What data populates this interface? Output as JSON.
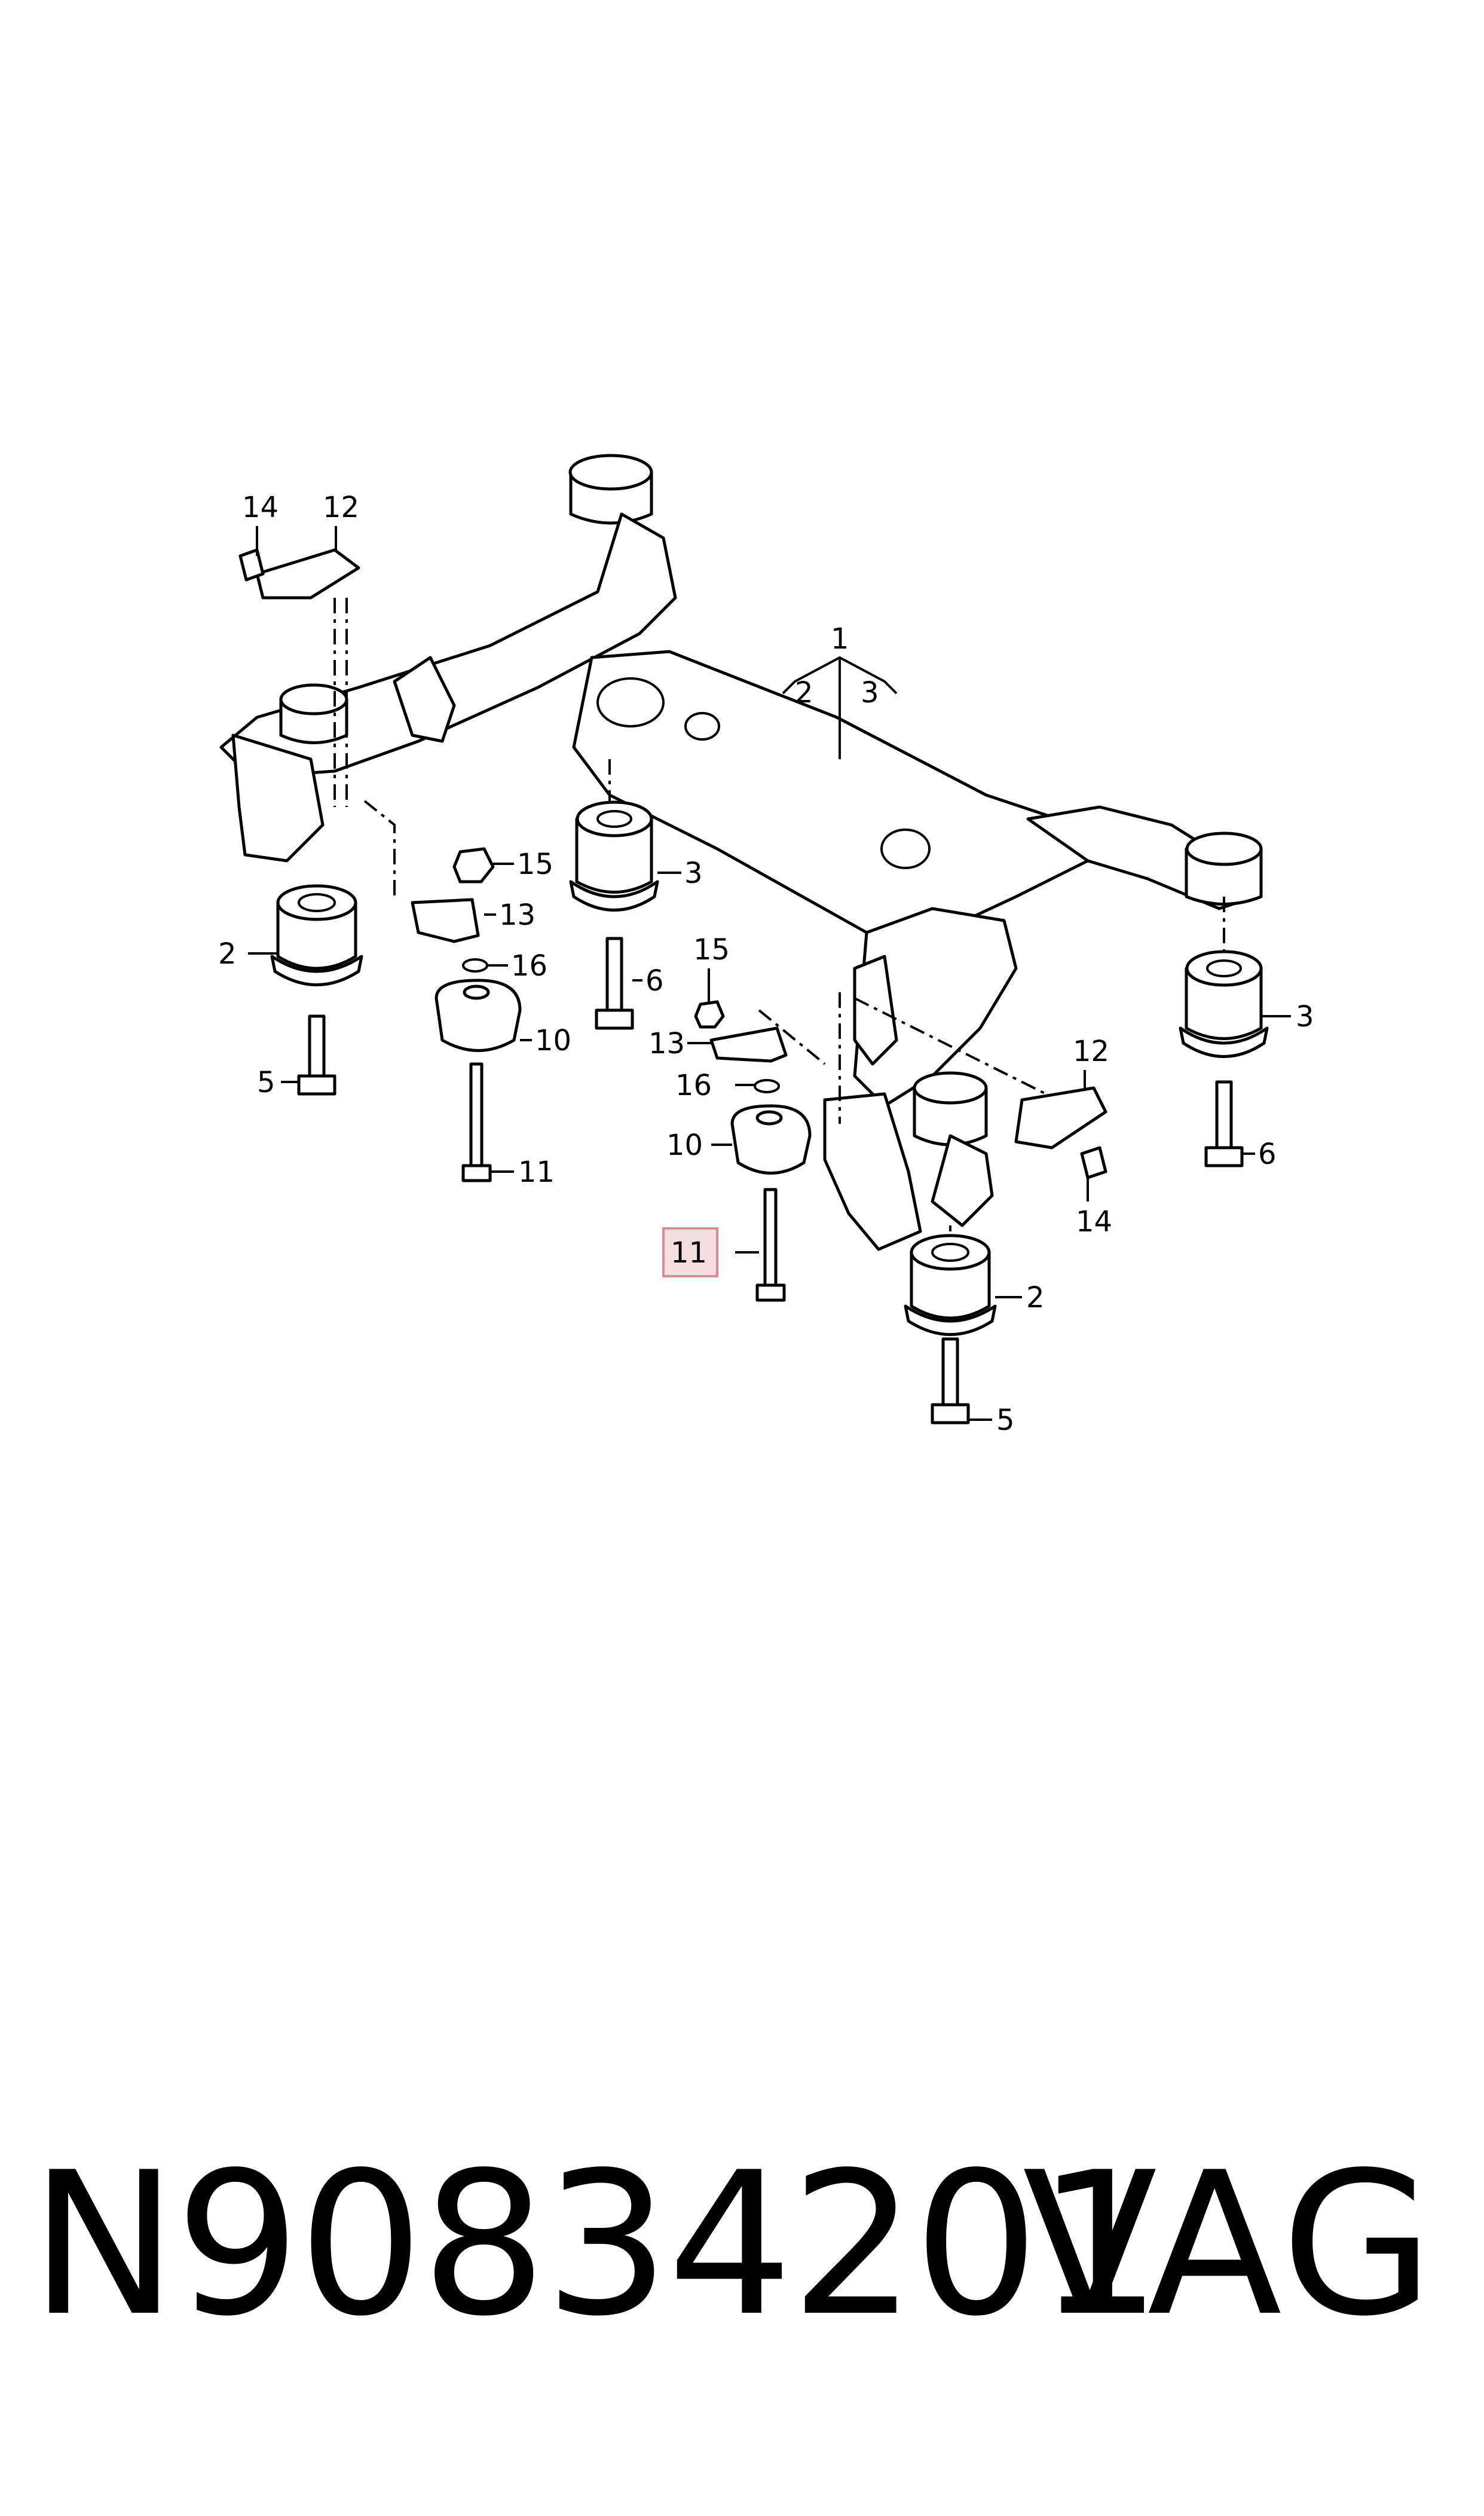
{
  "footer": {
    "part_number": "N90834201",
    "brand": "VAG"
  },
  "callouts": {
    "c1": "1",
    "c2a": "2",
    "c3a": "3",
    "c2_left": "2",
    "c3_center": "3",
    "c3_right": "3",
    "c2_right": "2",
    "c5_left": "5",
    "c5_right": "5",
    "c6_center": "6",
    "c6_right": "6",
    "c10_left": "10",
    "c10_mid": "10",
    "c11_left": "11",
    "c11_highlight": "11",
    "c12_left": "12",
    "c12_right": "12",
    "c13_left": "13",
    "c13_mid": "13",
    "c14_left": "14",
    "c14_right": "14",
    "c15_left": "15",
    "c15_mid": "15",
    "c16_left": "16",
    "c16_mid": "16"
  },
  "highlight_color": "#f6dde0"
}
